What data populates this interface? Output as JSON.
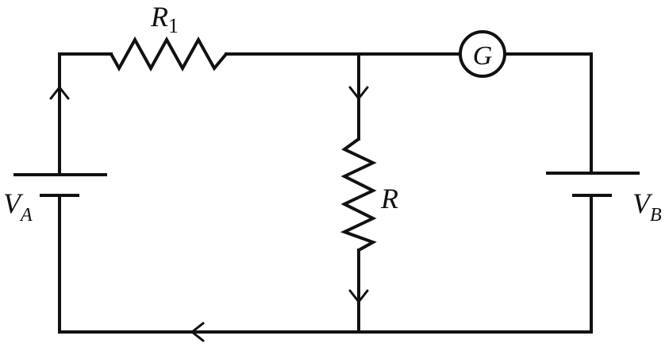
{
  "labels": {
    "r1_main": "R",
    "r1_sub": "1",
    "r": "R",
    "galvanometer": "G",
    "va_main": "V",
    "va_sub": "A",
    "vb_main": "V",
    "vb_sub": "B"
  }
}
